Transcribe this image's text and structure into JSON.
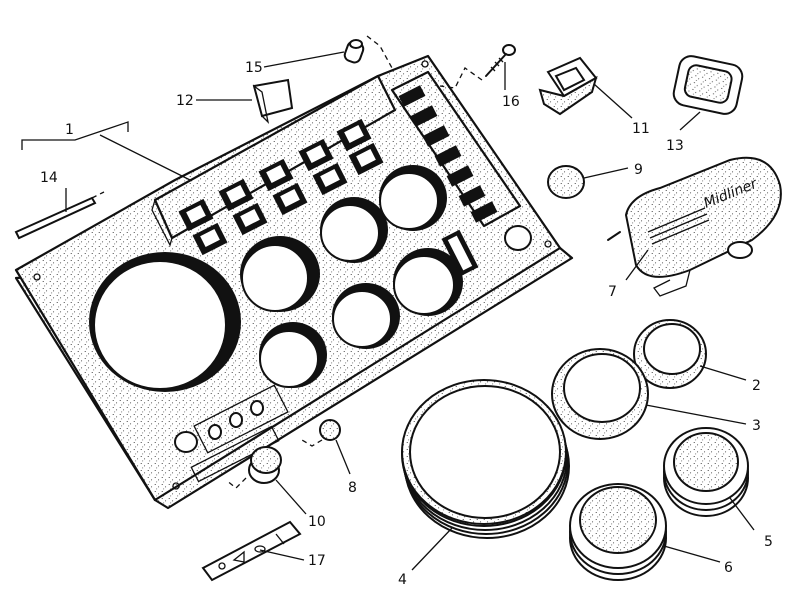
{
  "diagram": {
    "callouts": [
      {
        "id": "c1",
        "label": "1"
      },
      {
        "id": "c2",
        "label": "2"
      },
      {
        "id": "c3",
        "label": "3"
      },
      {
        "id": "c4",
        "label": "4"
      },
      {
        "id": "c5",
        "label": "5"
      },
      {
        "id": "c6",
        "label": "6"
      },
      {
        "id": "c7",
        "label": "7"
      },
      {
        "id": "c8",
        "label": "8"
      },
      {
        "id": "c9",
        "label": "9"
      },
      {
        "id": "c10",
        "label": "10"
      },
      {
        "id": "c11",
        "label": "11"
      },
      {
        "id": "c12",
        "label": "12"
      },
      {
        "id": "c13",
        "label": "13"
      },
      {
        "id": "c14",
        "label": "14"
      },
      {
        "id": "c15",
        "label": "15"
      },
      {
        "id": "c16",
        "label": "16"
      },
      {
        "id": "c17",
        "label": "17"
      }
    ],
    "cover_logo_text": "Midliner",
    "colors": {
      "ink": "#111111",
      "paper": "#ffffff"
    }
  }
}
